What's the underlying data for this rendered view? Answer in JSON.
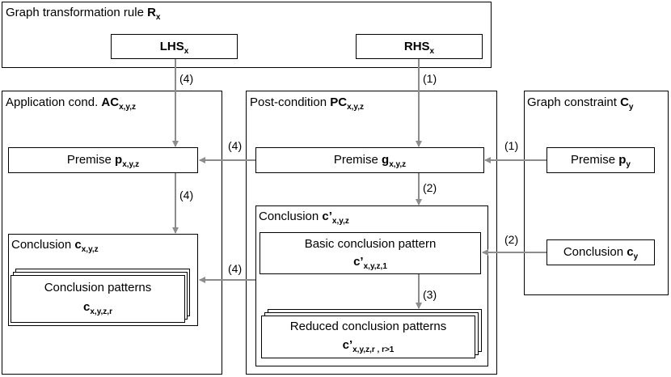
{
  "rule": {
    "title": "Graph transformation rule ",
    "title_bold": "R",
    "title_sub": "x",
    "lhs": {
      "main": "LHS",
      "sub": "x"
    },
    "rhs": {
      "main": "RHS",
      "sub": "x"
    }
  },
  "application_condition": {
    "title": "Application cond. ",
    "title_bold": "AC",
    "title_sub": "x,y,z",
    "premise": {
      "text": "Premise ",
      "bold": "p",
      "sub": "x,y,z"
    },
    "conclusion": {
      "title": "Conclusion ",
      "bold": "c",
      "sub": "x,y,z",
      "patterns": {
        "text": "Conclusion patterns",
        "bold": "c",
        "sub": "x,y,z,r"
      }
    }
  },
  "post_condition": {
    "title": "Post-condition ",
    "title_bold": "PC",
    "title_sub": "x,y,z",
    "premise": {
      "text": "Premise ",
      "bold": "g",
      "sub": "x,y,z"
    },
    "conclusion": {
      "title": "Conclusion ",
      "bold": "c’",
      "sub": "x,y,z",
      "basic": {
        "text": "Basic conclusion pattern",
        "bold": "c’",
        "sub": "x,y,z,1"
      },
      "reduced": {
        "text": "Reduced conclusion patterns",
        "bold": "c’",
        "sub": "x,y,z,r , r>1"
      }
    }
  },
  "graph_constraint": {
    "title": "Graph constraint ",
    "title_bold": "C",
    "title_sub": "y",
    "premise": {
      "text": "Premise ",
      "bold": "p",
      "sub": "y"
    },
    "conclusion": {
      "text": "Conclusion ",
      "bold": "c",
      "sub": "y"
    }
  },
  "steps": {
    "lhs_to_premise": "(4)",
    "rhs_to_premise": "(1)",
    "g_to_p": "(4)",
    "py_to_g": "(1)",
    "p_to_c": "(4)",
    "g_to_conclusion": "(2)",
    "cy_to_basic": "(2)",
    "basic_to_reduced": "(3)",
    "conclusion_to_patterns": "(4)"
  },
  "colors": {
    "arrow": "#8c8c8c",
    "border": "#000000"
  }
}
